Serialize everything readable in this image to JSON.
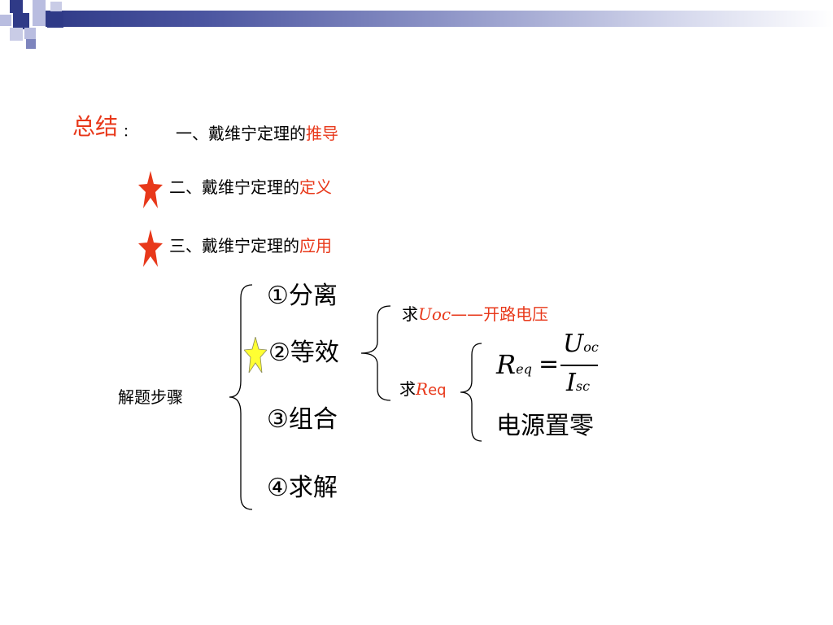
{
  "summary": {
    "title": "总结",
    "colon": "："
  },
  "items": [
    {
      "text": "一、戴维宁定理的",
      "highlight": "推导",
      "starred": false
    },
    {
      "text": "二、戴维宁定理的",
      "highlight": "定义",
      "starred": true
    },
    {
      "text": "三、戴维宁定理的",
      "highlight": "应用",
      "starred": true
    }
  ],
  "solution": {
    "label": "解题步骤",
    "steps": [
      {
        "text": "①分离"
      },
      {
        "text": "②等效",
        "marked": true
      },
      {
        "text": "③组合"
      },
      {
        "text": "④求解"
      }
    ],
    "uoc": {
      "prefix": "求",
      "symbol": "Uoc",
      "dash": "——",
      "desc": "开路电压"
    },
    "req": {
      "prefix": "求",
      "symbol_main": "R",
      "symbol_sub": "eq",
      "formula": {
        "lhs_main": "R",
        "lhs_sub": "eq",
        "equals": "=",
        "num_main": "U",
        "num_sub": "oc",
        "den_main": "I",
        "den_sub": "sc"
      },
      "zero_text": "电源置零"
    }
  },
  "colors": {
    "accent": "#e8381a",
    "star_red": "#e8381a",
    "star_yellow": "#ffff33",
    "banner": "#2f3a87"
  }
}
